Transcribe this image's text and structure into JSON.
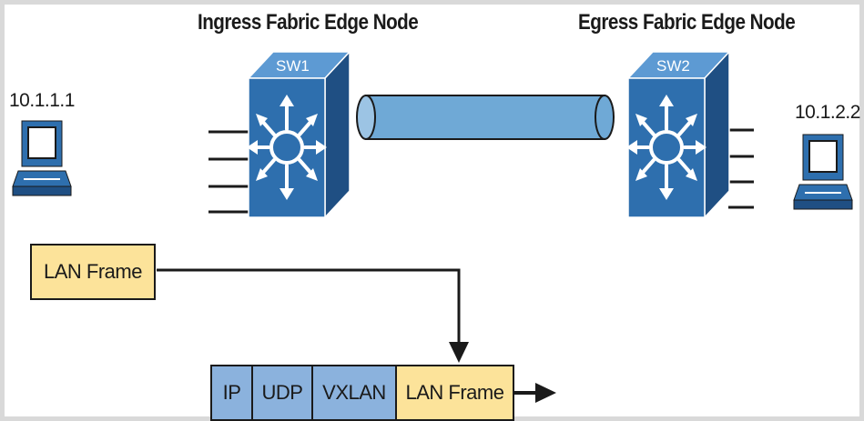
{
  "headings": {
    "ingress": "Ingress Fabric Edge Node",
    "egress": "Egress Fabric Edge Node"
  },
  "switches": {
    "sw1": "SW1",
    "sw2": "SW2"
  },
  "hosts": {
    "left_ip": "10.1.1.1",
    "right_ip": "10.1.2.2"
  },
  "frame": {
    "label": "LAN Frame"
  },
  "encapsulation": {
    "cells": [
      "IP",
      "UDP",
      "VXLAN",
      "LAN Frame"
    ]
  },
  "colors": {
    "switch_front": "#2e6fae",
    "switch_top": "#5d9ad3",
    "switch_side": "#1f4f83",
    "tunnel": "#6fa9d6",
    "header_blue": "#8bb2dd",
    "frame_yellow": "#fce39a",
    "border_gray": "#d9d9d9"
  }
}
